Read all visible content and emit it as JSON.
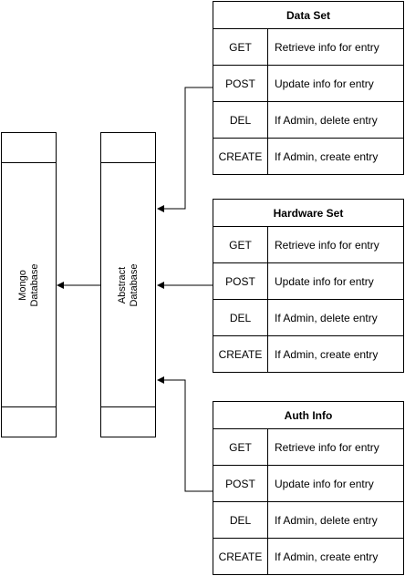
{
  "mongo": {
    "label": "Mongo\nDatabase"
  },
  "abstract": {
    "label": "Abstract\nDatabase"
  },
  "tables": [
    {
      "title": "Data Set",
      "rows": [
        {
          "method": "GET",
          "desc": "Retrieve info for entry"
        },
        {
          "method": "POST",
          "desc": "Update info for entry"
        },
        {
          "method": "DEL",
          "desc": "If Admin, delete entry"
        },
        {
          "method": "CREATE",
          "desc": "If Admin, create entry"
        }
      ]
    },
    {
      "title": "Hardware Set",
      "rows": [
        {
          "method": "GET",
          "desc": "Retrieve info for entry"
        },
        {
          "method": "POST",
          "desc": "Update info for entry"
        },
        {
          "method": "DEL",
          "desc": "If Admin, delete entry"
        },
        {
          "method": "CREATE",
          "desc": "If Admin, create entry"
        }
      ]
    },
    {
      "title": "Auth Info",
      "rows": [
        {
          "method": "GET",
          "desc": "Retrieve info for entry"
        },
        {
          "method": "POST",
          "desc": "Update info for entry"
        },
        {
          "method": "DEL",
          "desc": "If Admin, delete entry"
        },
        {
          "method": "CREATE",
          "desc": "If Admin, create entry"
        }
      ]
    }
  ]
}
